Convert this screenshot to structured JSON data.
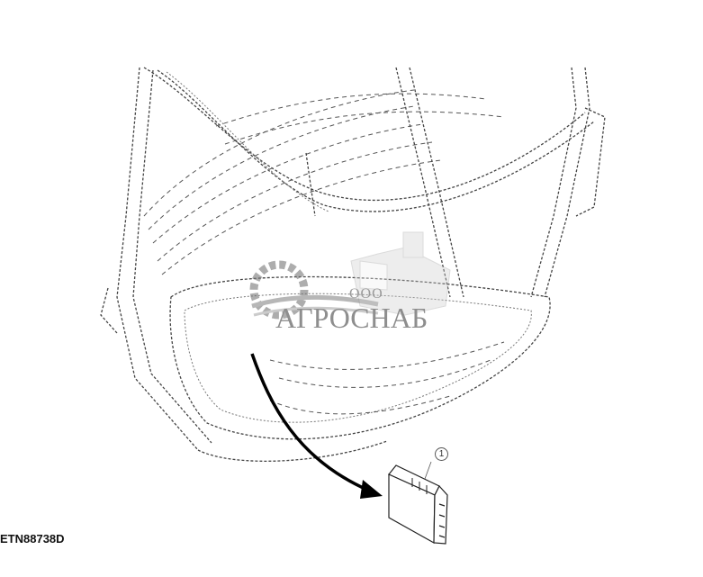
{
  "diagram": {
    "subject": "Tractor cab frame with control unit location",
    "reference_id": "ETN88738D",
    "callouts": [
      {
        "number": "1",
        "label": "control-unit"
      }
    ],
    "arrow": {
      "from": "cab floor area",
      "to": "control unit"
    }
  },
  "watermark": {
    "prefix": "ООО",
    "name": "АГРОСНАБ",
    "icons": [
      "gear-icon",
      "combine-harvester-icon"
    ],
    "color": "#8e8e8e"
  },
  "colors": {
    "background": "#ffffff",
    "line_art": "#444444",
    "arrow": "#000000"
  }
}
